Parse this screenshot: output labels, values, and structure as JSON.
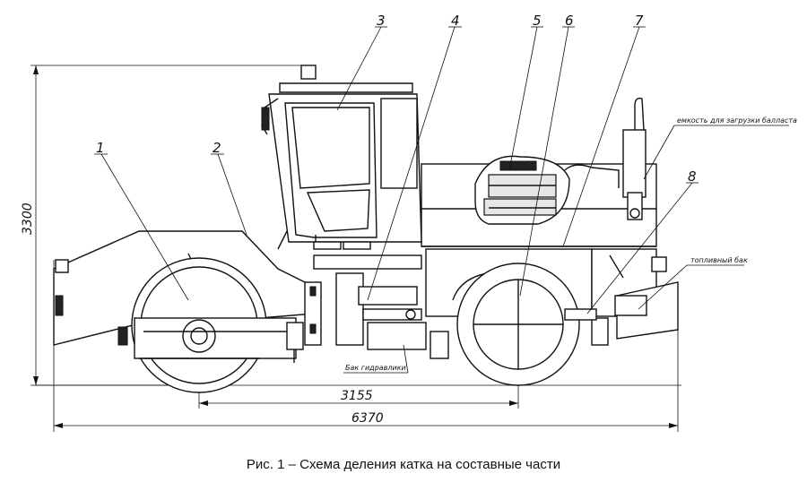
{
  "caption": "Рис. 1 – Схема деления катка на составные части",
  "part_numbers": [
    "1",
    "2",
    "3",
    "4",
    "5",
    "6",
    "7",
    "8"
  ],
  "dimensions": {
    "height": "3300",
    "wheelbase": "3155",
    "length": "6370"
  },
  "notes": {
    "ballast_tank": "емкость для загрузки балласта",
    "fuel_tank": "топливный бак",
    "hydraulic_tank": "Бак гидравлики"
  }
}
